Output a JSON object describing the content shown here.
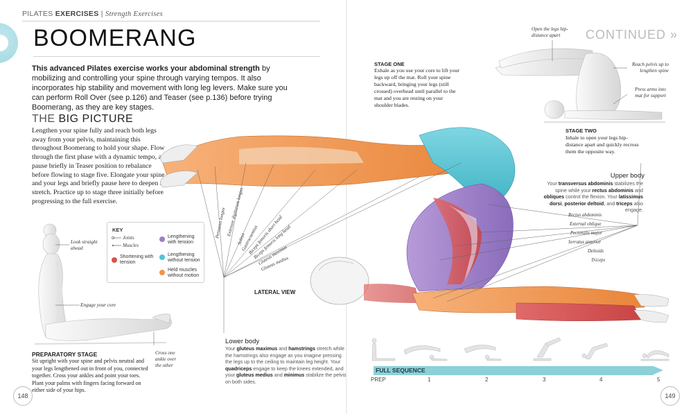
{
  "header": {
    "section": "PILATES",
    "subsection": "EXERCISES",
    "separator": "|",
    "category": "Strength Exercises"
  },
  "title": "BOOMERANG",
  "continued": "CONTINUED »",
  "intro": {
    "bold": "This advanced Pilates exercise works your abdominal strength",
    "rest": " by mobilizing and controlling your spine through varying tempos. It also incorporates hip stability and movement with long leg levers. Make sure you can perform Roll Over (see p.126) and Teaser (see p.136) before trying Boomerang, as they are key stages."
  },
  "big_picture": {
    "title_light": "THE",
    "title_bold": "BIG PICTURE",
    "text": "Lengthen your spine fully and reach both legs away from your pelvis, maintaining this throughout Boomerang to hold your shape. Flow through the first phase with a dynamic tempo, and pause briefly in Teaser position to rebalance before flowing to stage five. Elongate your spine and your legs and briefly pause here to deepen the stretch. Practice up to stage three initially before progressing to the full exercise."
  },
  "key": {
    "title": "KEY",
    "joints": "Joints",
    "muscles": "Muscles",
    "items": [
      {
        "label": "Shortening with tension",
        "color": "#d9534f"
      },
      {
        "label": "Lengthening with tension",
        "color": "#9b7fc6"
      },
      {
        "label": "Lengthening without tension",
        "color": "#4fc3d4"
      },
      {
        "label": "Held muscles without motion",
        "color": "#f0954a"
      }
    ]
  },
  "prep": {
    "notes": {
      "look": "Look straight ahead",
      "core": "Engage your core",
      "ankle": "Cross one ankle over the other"
    },
    "label": "PREPARATORY STAGE",
    "text": "Sit upright with your spine and pelvis neutral and your legs lengthened out in front of you, connected together. Cross your ankles and point your toes. Plant your palms with fingers facing forward on either side of your hips."
  },
  "stage_one": {
    "label": "STAGE ONE",
    "text": "Exhale as you use your core to lift your legs up off the mat. Roll your spine backward, bringing your legs (still crossed) overhead until parallel to the mat and you are resting on your shoulder blades."
  },
  "stage_two": {
    "label": "STAGE TWO",
    "text": "Inhale to open your legs hip-distance apart and quickly recross them the opposite way.",
    "notes": {
      "open": "Open the legs hip-distance apart",
      "reach": "Reach pelvis up to lengthen spine",
      "press": "Press arms into mat for support"
    }
  },
  "lateral_view": "LATERAL VIEW",
  "leg_muscles": [
    "Peroneus longus",
    "Extensor digitorum longus",
    "Soleus",
    "Gastrocnemius",
    "Biceps femoris short head",
    "Biceps femoris long head",
    "Gluteus maximus",
    "Gluteus medius"
  ],
  "upper_muscles": [
    "Rectus abdominis",
    "External oblique",
    "Pectoralis major",
    "Serratus anterior",
    "Deltoids",
    "Triceps"
  ],
  "upper_body": {
    "title": "Upper body",
    "p1": "Your ",
    "b1": "transversus abdominis",
    "p2": " stabilizes the spine while your ",
    "b2": "rectus abdominis",
    "p3": " and ",
    "b3": "obliques",
    "p4": " control the flexion. Your ",
    "b4": "latissimus dorsi",
    "p5": ", ",
    "b5": "posterior deltoid",
    "p6": ", and ",
    "b6": "triceps",
    "p7": " also engage."
  },
  "lower_body": {
    "title": "Lower body",
    "p1": "Your ",
    "b1": "gluteus maximus",
    "p2": " and ",
    "b2": "hamstrings",
    "p3": " stretch while the hamstrings also engage as you imagine pressing the legs up to the ceiling to maintain leg height. Your ",
    "b3": "quadriceps",
    "p4": " engage to keep the knees extended, and your ",
    "b4": "gluteus medius",
    "p5": " and ",
    "b5": "minimus",
    "p6": " stabilize the pelvis on both sides."
  },
  "full_sequence": {
    "label": "FULL SEQUENCE",
    "ticks": [
      "PREP",
      "1",
      "2",
      "3",
      "4",
      "5"
    ]
  },
  "page_left": "148",
  "page_right": "149",
  "colors": {
    "accent": "#8cd0d8",
    "muscle_orange": "#f0954a",
    "muscle_purple": "#9b7fc6",
    "muscle_red": "#d9534f",
    "muscle_blue": "#4fc3d4"
  }
}
